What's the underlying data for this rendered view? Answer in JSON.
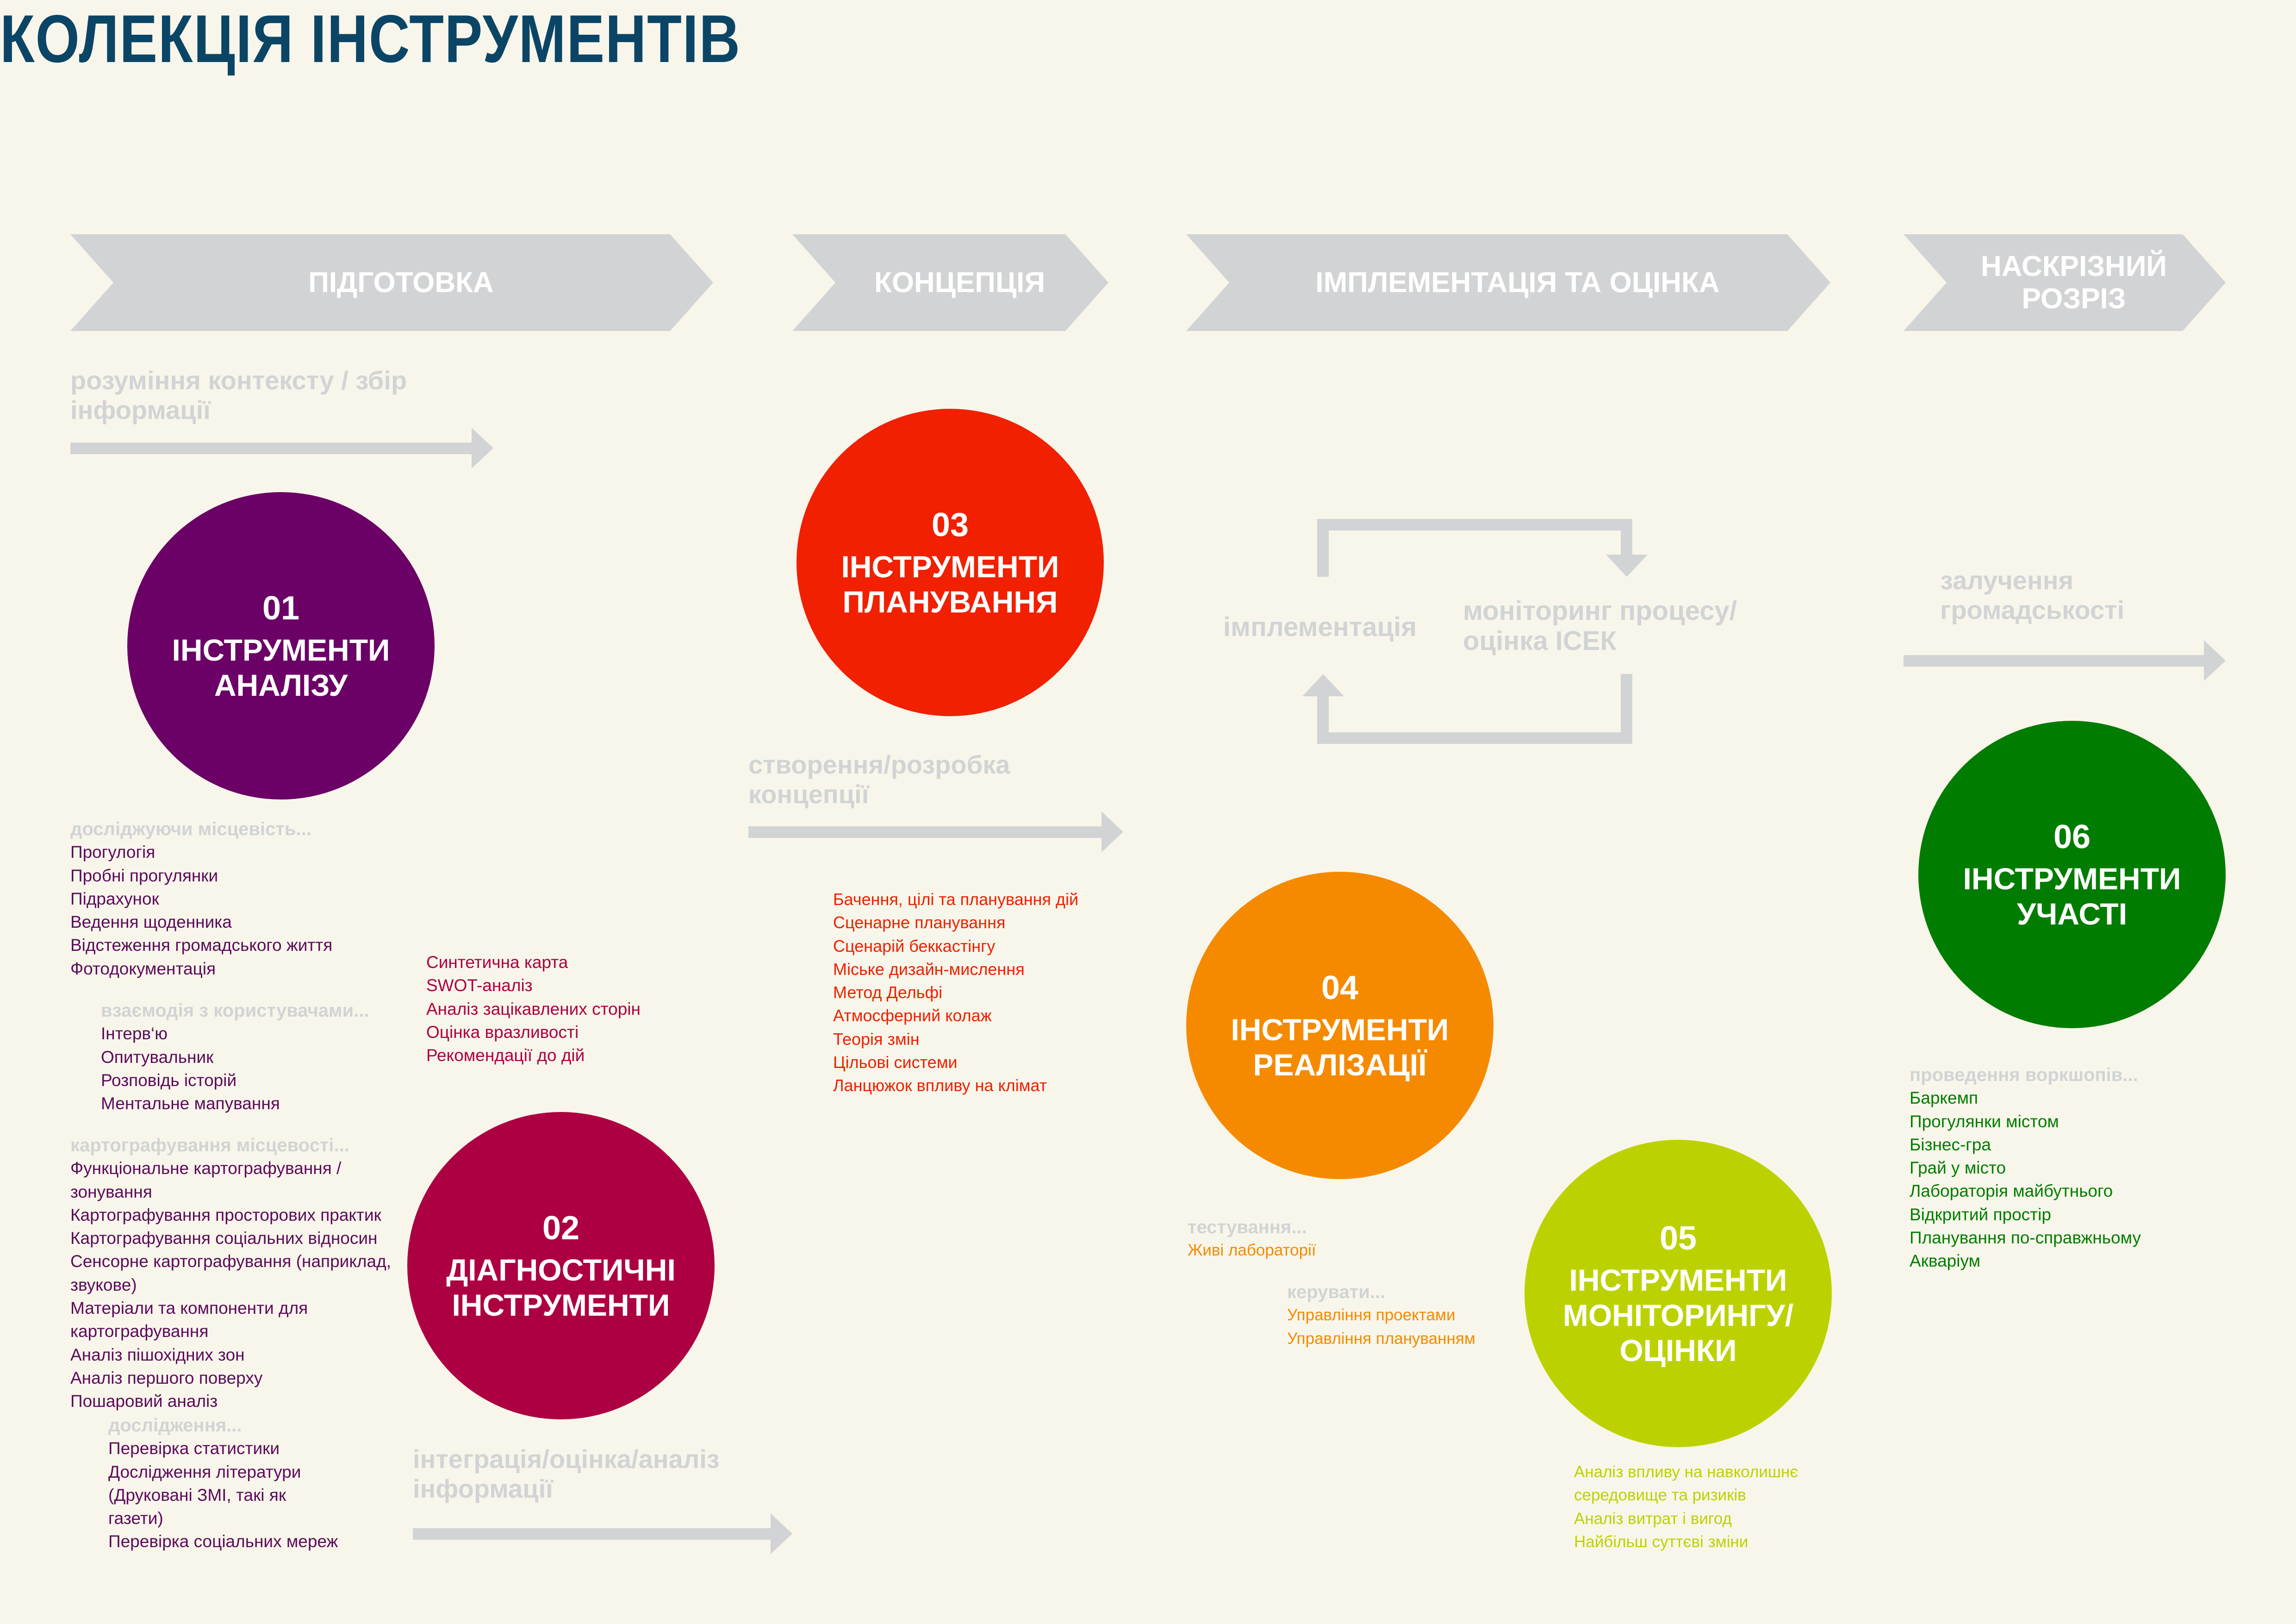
{
  "title": "КОЛЕКЦІЯ ІНСТРУМЕНТІВ",
  "colors": {
    "title": "#0b4566",
    "gray": "#d2d3d5",
    "c01": "#6b0066",
    "c02": "#ad0042",
    "c03": "#f02000",
    "c04": "#f58a00",
    "c05": "#bcd200",
    "c06": "#007d00"
  },
  "phases": [
    "ПІДГОТОВКА",
    "КОНЦЕПЦІЯ",
    "ІМПЛЕМЕНТАЦІЯ ТА ОЦІНКА",
    "НАСКРІЗНИЙ\nРОЗРІЗ"
  ],
  "stages": {
    "context": "розуміння контексту / збір інформації",
    "concept": "створення/розробка концепції",
    "integration": "інтеграція/оцінка/аналіз інформації",
    "engagement": "залучення громадськості",
    "implementation": "імплементація",
    "monitoring": "моніторинг процесу/ оцінка ІСЕК"
  },
  "circles": [
    {
      "num": "01",
      "title": "ІНСТРУМЕНТИ\nАНАЛІЗУ"
    },
    {
      "num": "02",
      "title": "ДІАГНОСТИЧНІ\nІНСТРУМЕНТИ"
    },
    {
      "num": "03",
      "title": "ІНСТРУМЕНТИ\nПЛАНУВАННЯ"
    },
    {
      "num": "04",
      "title": "ІНСТРУМЕНТИ\nРЕАЛІЗАЦІЇ"
    },
    {
      "num": "05",
      "title": "ІНСТРУМЕНТИ\nМОНІТОРИНГУ/\nОЦІНКИ"
    },
    {
      "num": "06",
      "title": "ІНСТРУМЕНТИ\nУЧАСТІ"
    }
  ],
  "lists": {
    "explore": {
      "header": "досліджуючи місцевість...",
      "items": [
        "Прогулогія",
        "Пробні прогулянки",
        "Підрахунок",
        "Ведення щоденника",
        "Відстеження громадського життя",
        "Фотодокументація"
      ]
    },
    "interact": {
      "header": "взаємодія з користувачами...",
      "items": [
        "Інтерв‘ю",
        "Опитувальник",
        "Розповідь історій",
        "Ментальне мапування"
      ]
    },
    "mapping": {
      "header": "картографування місцевості...",
      "items": [
        "Функціональне картографування /",
        "зонування",
        "Картографування просторових практик",
        "Картографування соціальних відносин",
        "Сенсорне картографування (наприклад,",
        "звукове)",
        "Матеріали та компоненти для",
        "картографування",
        "Аналіз пішохідних зон",
        "Аналіз першого поверху",
        "Пошаровий аналіз"
      ]
    },
    "research": {
      "header": "дослідження...",
      "items": [
        "Перевірка статистики",
        "Дослідження літератури",
        "(Друковані ЗМІ, такі як",
        "газети)",
        "Перевірка соціальних мереж"
      ]
    },
    "diagnostic": {
      "items": [
        "Синтетична карта",
        "SWOT-аналіз",
        "Аналіз зацікавлених сторін",
        "Оцінка вразливості",
        "Рекомендації до дій"
      ]
    },
    "planning": {
      "items": [
        "Бачення, цілі та планування дій",
        "Сценарне планування",
        "Сценарій беккастінгу",
        "Міське дизайн-мислення",
        "Метод Дельфі",
        "Атмосферний колаж",
        "Теорія змін",
        "Цільові системи",
        "Ланцюжок впливу на клімат"
      ]
    },
    "testing": {
      "header": "тестування...",
      "items": [
        "Живі лабораторії"
      ]
    },
    "manage": {
      "header": "керувати...",
      "items": [
        "Управління проектами",
        "Управління плануванням"
      ]
    },
    "monitoring": {
      "items": [
        "Аналіз впливу на навколишнє",
        "середовище та ризиків",
        "Аналіз витрат і вигод",
        "Найбільш суттєві зміни"
      ]
    },
    "workshops": {
      "header": "проведення воркшопів...",
      "items": [
        "Баркемп",
        "Прогулянки містом",
        "Бізнес-гра",
        "Грай у місто",
        "Лабораторія майбутнього",
        "Відкритий простір",
        "Планування по-справжньому",
        "Акваріум"
      ]
    }
  }
}
